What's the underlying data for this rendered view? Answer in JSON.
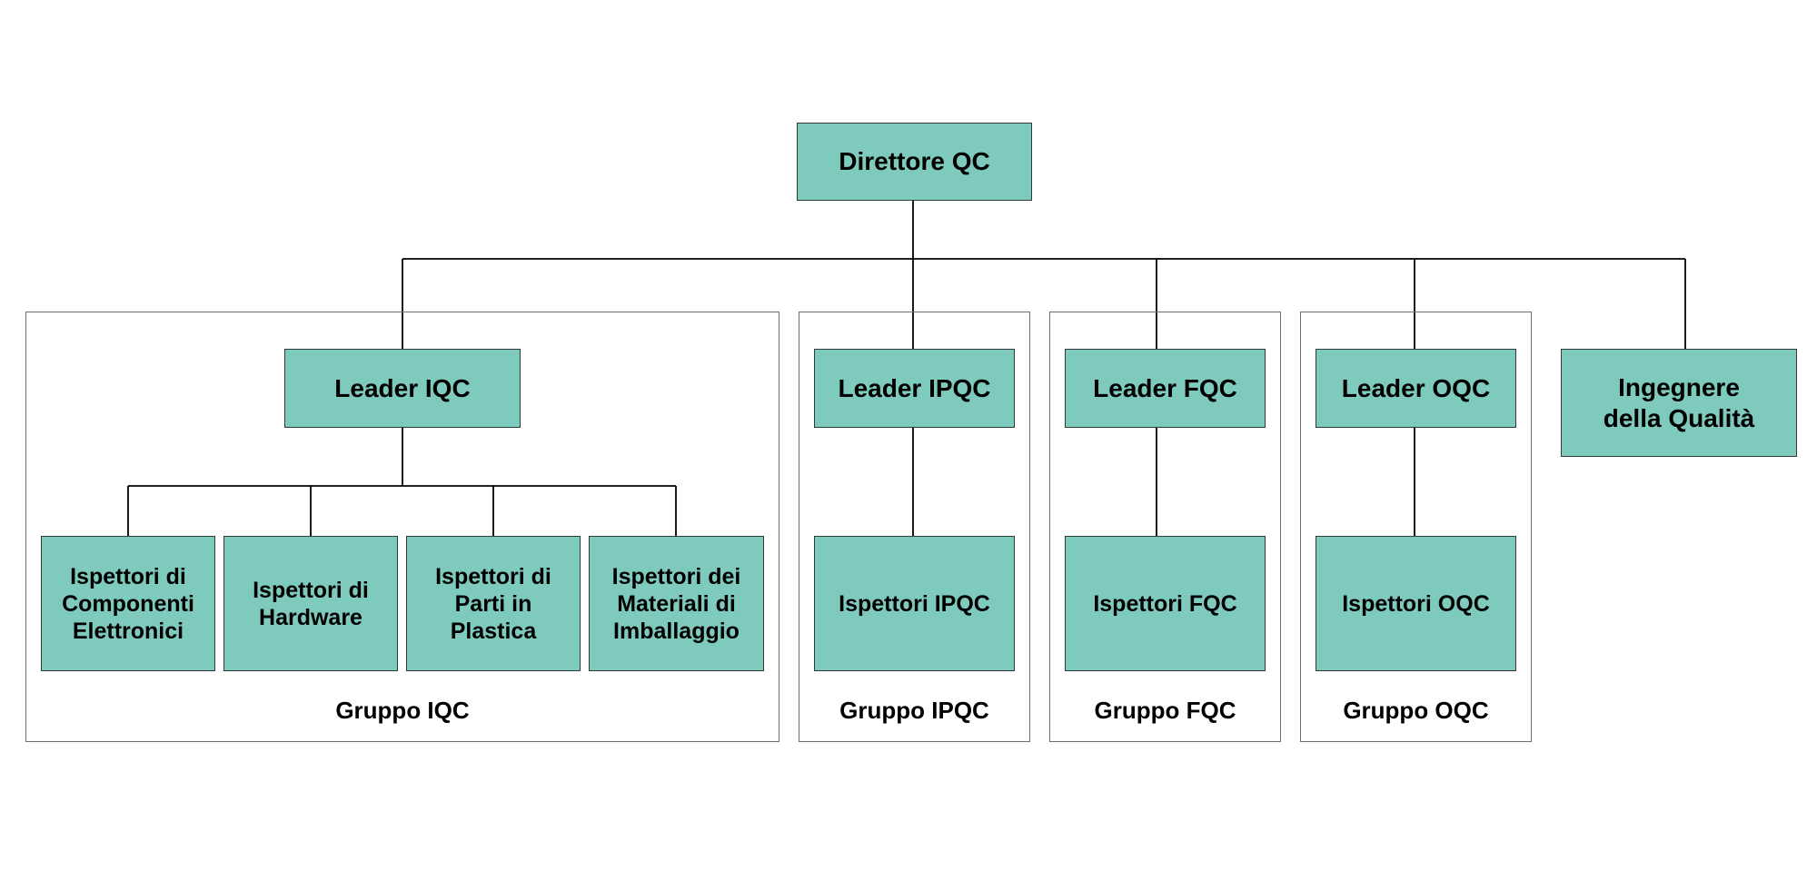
{
  "colors": {
    "node_fill": "#7ecabd",
    "node_border": "#2f3b39",
    "line": "#000000",
    "frame": "#6f6f6f"
  },
  "director": {
    "label": "Direttore QC"
  },
  "quality_engineer": {
    "label": "Ingegnere\ndella Qualità"
  },
  "groups": [
    {
      "label": "Gruppo IQC",
      "leader": "Leader IQC",
      "members": [
        "Ispettori di\nComponenti\nElettronici",
        "Ispettori di\nHardware",
        "Ispettori di\nParti in\nPlastica",
        "Ispettori dei\nMateriali di\nImballaggio"
      ]
    },
    {
      "label": "Gruppo IPQC",
      "leader": "Leader IPQC",
      "members": [
        "Ispettori IPQC"
      ]
    },
    {
      "label": "Gruppo FQC",
      "leader": "Leader FQC",
      "members": [
        "Ispettori FQC"
      ]
    },
    {
      "label": "Gruppo OQC",
      "leader": "Leader OQC",
      "members": [
        "Ispettori OQC"
      ]
    }
  ]
}
